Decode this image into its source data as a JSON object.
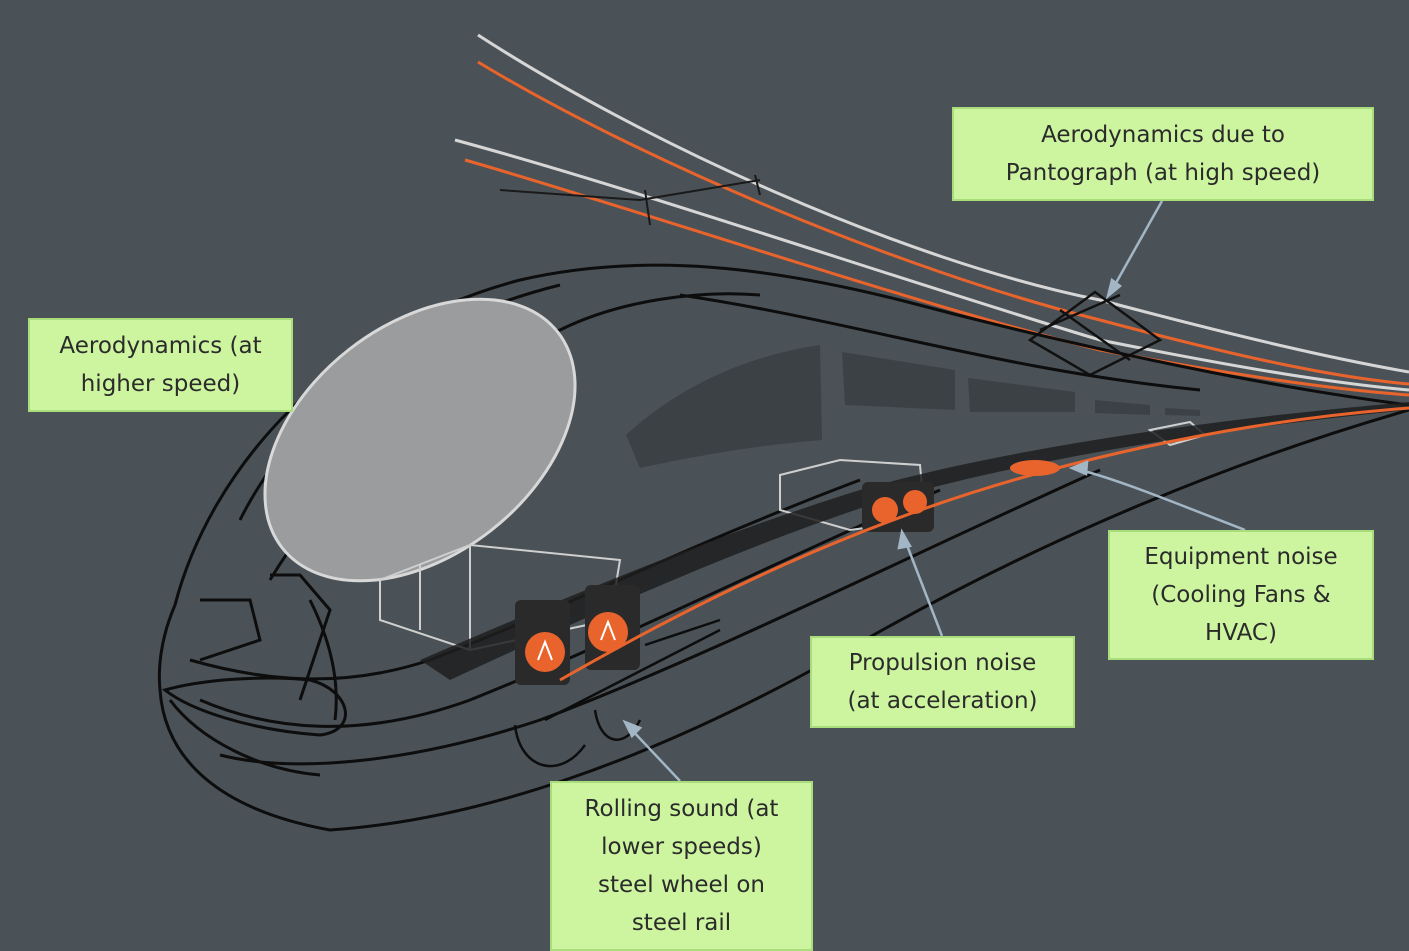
{
  "diagram": {
    "colors": {
      "background": "#4a5257",
      "label_fill": "#cdf5a0",
      "label_border": "#a9dc7a",
      "label_text": "#2b2b2b",
      "outline": "#0d0d0d",
      "highlight": "#e8642c",
      "arrow": "#a3b6c6",
      "window": "#9a9c9e"
    },
    "labels": {
      "pantograph": "Aerodynamics due to\nPantograph (at high speed)",
      "aero_front": "Aerodynamics (at\nhigher speed)",
      "equipment": "Equipment noise\n(Cooling Fans &\nHVAC)",
      "propulsion": "Propulsion noise\n(at acceleration)",
      "rolling": "Rolling sound (at\nlower speeds)\nsteel wheel on\nsteel rail"
    }
  }
}
